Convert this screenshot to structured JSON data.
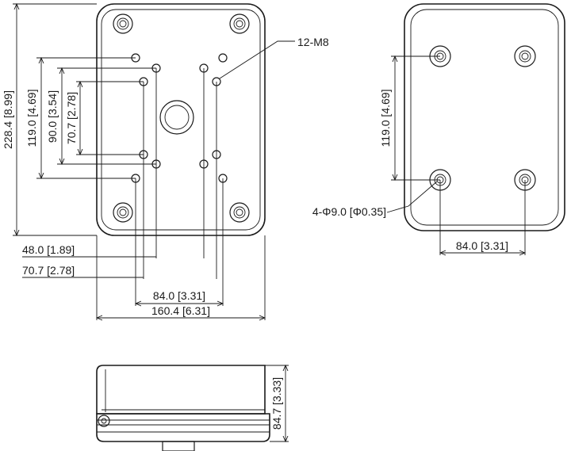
{
  "labels": {
    "front_overall_height": "228.4 [8.99]",
    "front_hole_height_outer": "119.0 [4.69]",
    "front_hole_height_mid": "90.0 [3.54]",
    "front_hole_height_inner": "70.7 [2.78]",
    "front_hole_callout": "12-M8",
    "front_width_48": "48.0 [1.89]",
    "front_width_70": "70.7 [2.78]",
    "front_width_84": "84.0 [3.31]",
    "front_overall_width": "160.4 [6.31]",
    "back_hole_height": "119.0 [4.69]",
    "back_hole_callout": "4-Φ9.0 [Φ0.35]",
    "back_hole_width": "84.0 [3.31]",
    "side_height": "84.7 [3.33]"
  }
}
